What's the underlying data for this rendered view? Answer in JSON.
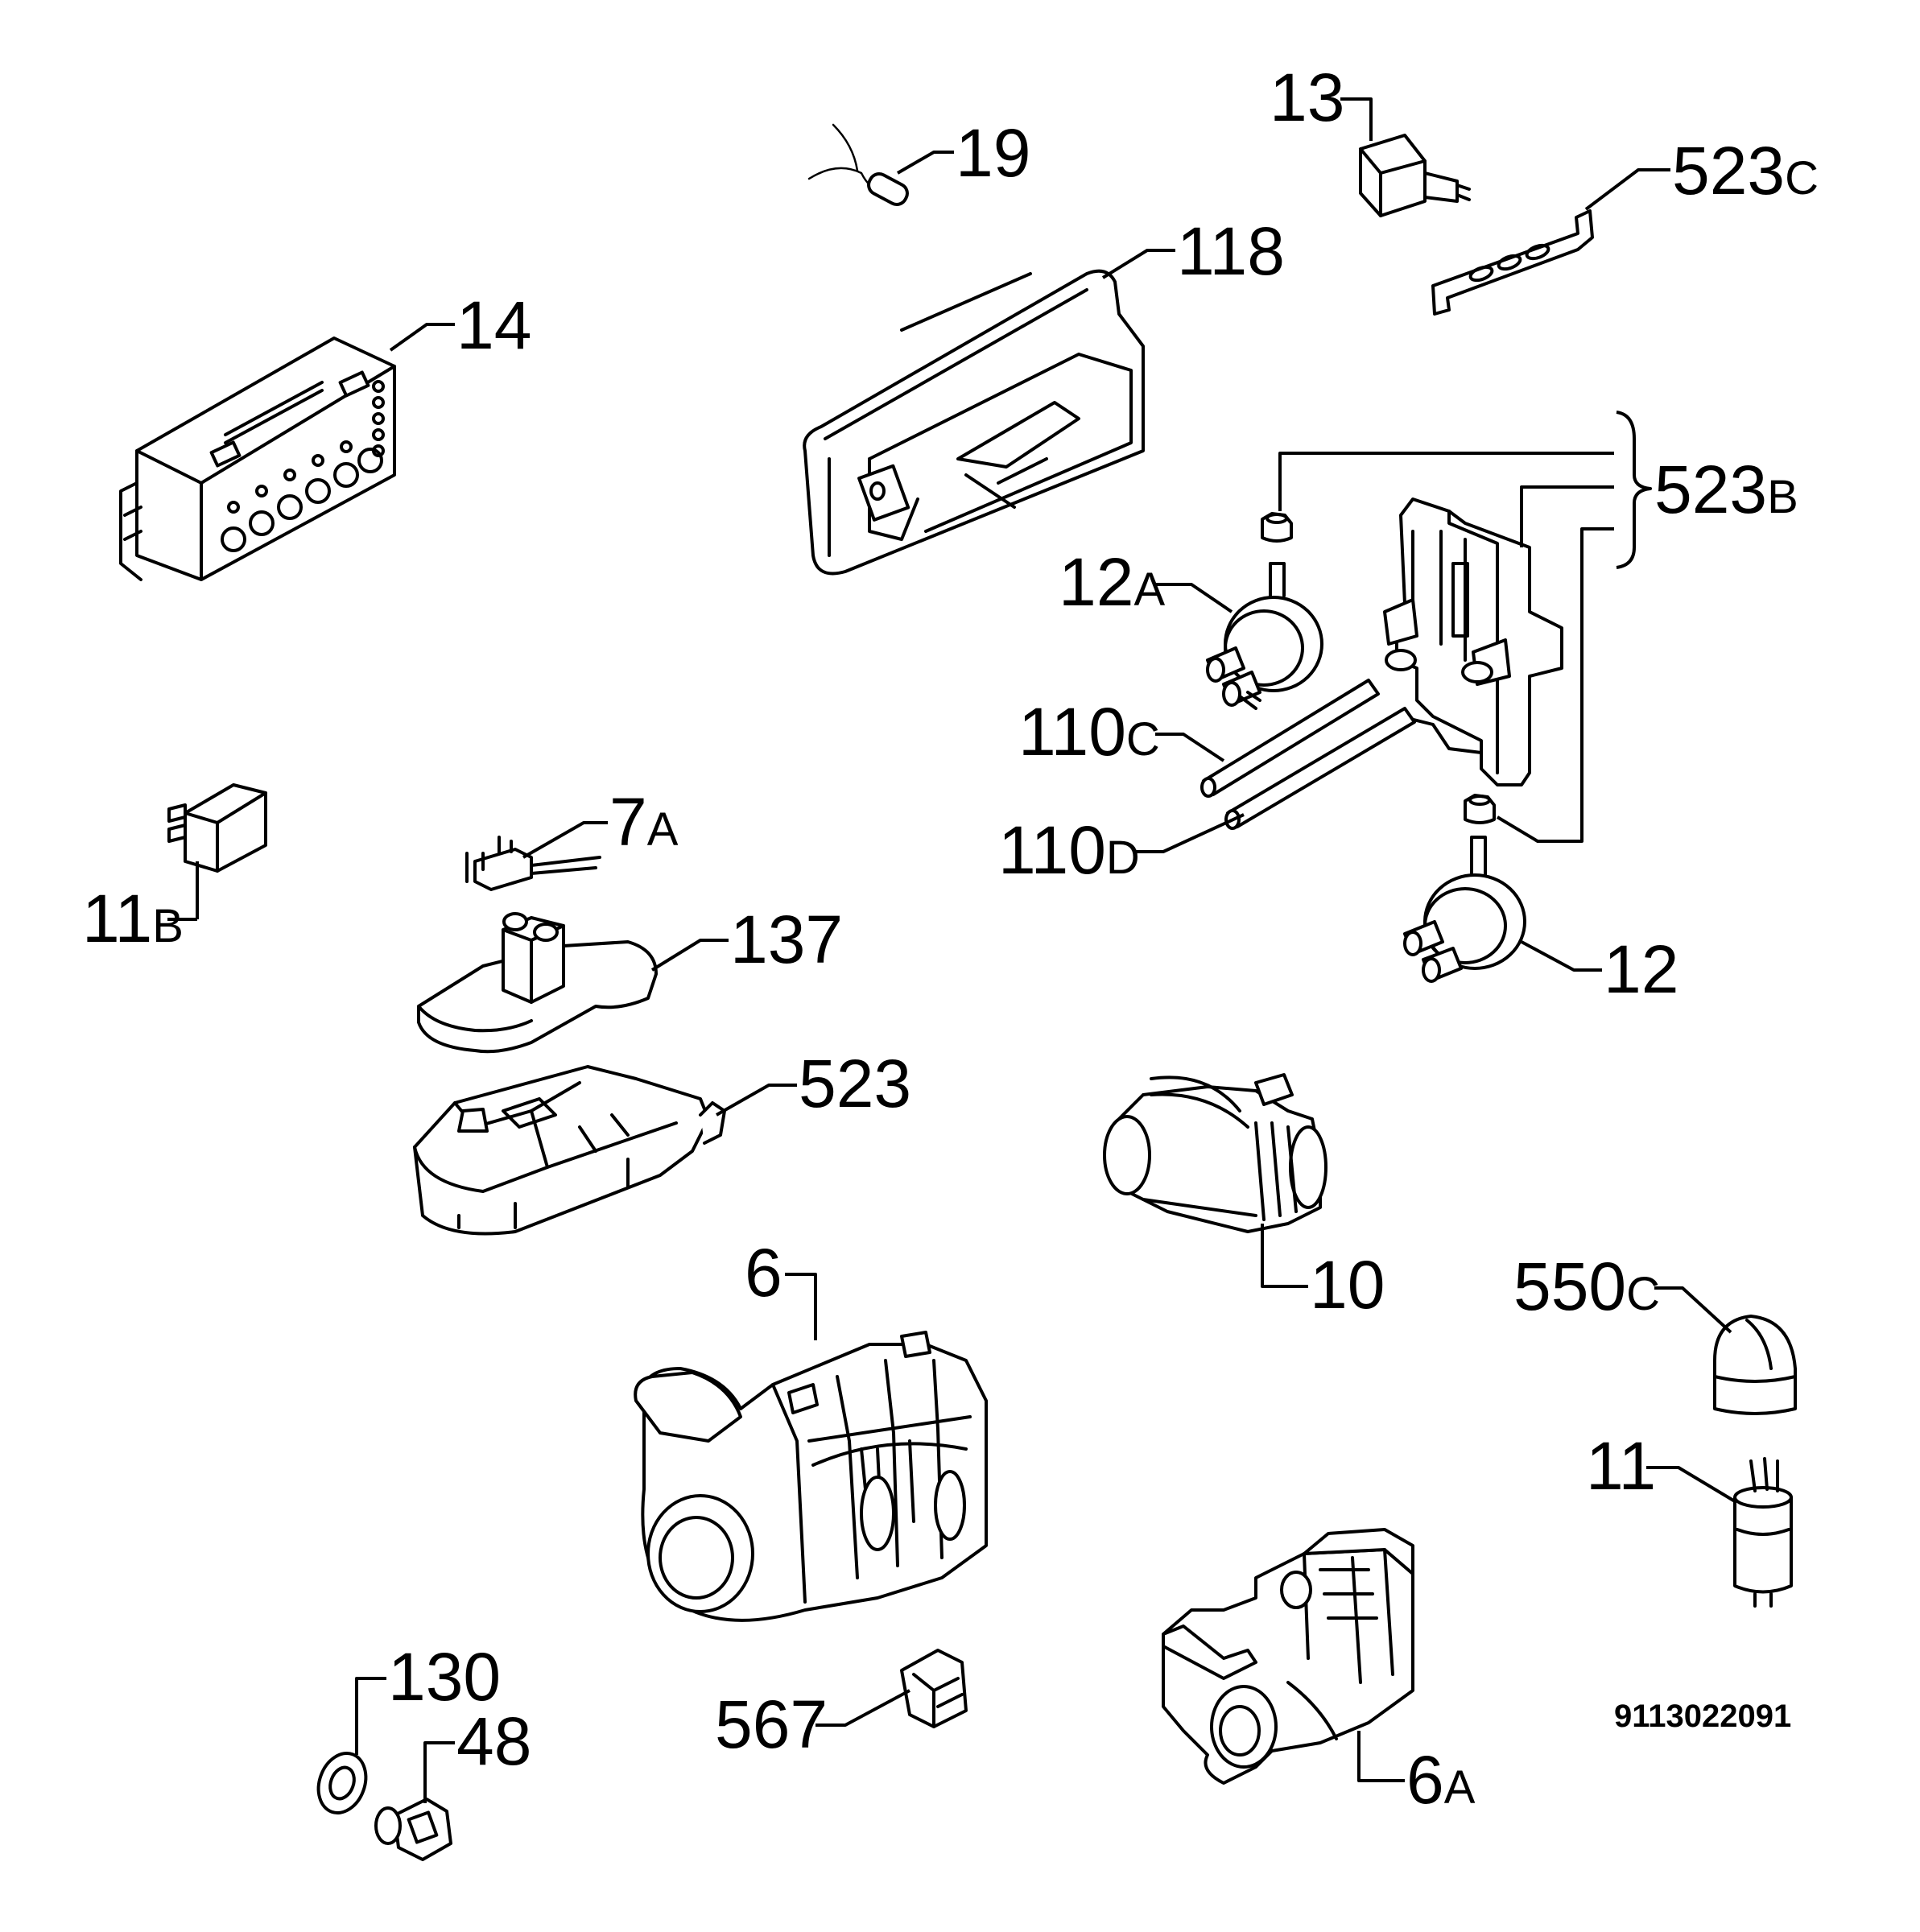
{
  "diagram": {
    "labels": [
      {
        "id": "13",
        "num": "13",
        "suf": ""
      },
      {
        "id": "19",
        "num": "19",
        "suf": ""
      },
      {
        "id": "523c",
        "num": "523",
        "suf": "C"
      },
      {
        "id": "118",
        "num": "118",
        "suf": ""
      },
      {
        "id": "14",
        "num": "14",
        "suf": ""
      },
      {
        "id": "523b",
        "num": "523",
        "suf": "B"
      },
      {
        "id": "12a",
        "num": "12",
        "suf": "A"
      },
      {
        "id": "110c",
        "num": "110",
        "suf": "C"
      },
      {
        "id": "110d",
        "num": "110",
        "suf": "D"
      },
      {
        "id": "7a",
        "num": "7",
        "suf": "A"
      },
      {
        "id": "11b",
        "num": "11",
        "suf": "B"
      },
      {
        "id": "137",
        "num": "137",
        "suf": ""
      },
      {
        "id": "12",
        "num": "12",
        "suf": ""
      },
      {
        "id": "523",
        "num": "523",
        "suf": ""
      },
      {
        "id": "6",
        "num": "6",
        "suf": ""
      },
      {
        "id": "10",
        "num": "10",
        "suf": ""
      },
      {
        "id": "550c",
        "num": "550",
        "suf": "C"
      },
      {
        "id": "11",
        "num": "11",
        "suf": ""
      },
      {
        "id": "130",
        "num": "130",
        "suf": ""
      },
      {
        "id": "48",
        "num": "48",
        "suf": ""
      },
      {
        "id": "567",
        "num": "567",
        "suf": ""
      },
      {
        "id": "6a",
        "num": "6",
        "suf": "A"
      }
    ],
    "drawing_code": "9113022091"
  }
}
